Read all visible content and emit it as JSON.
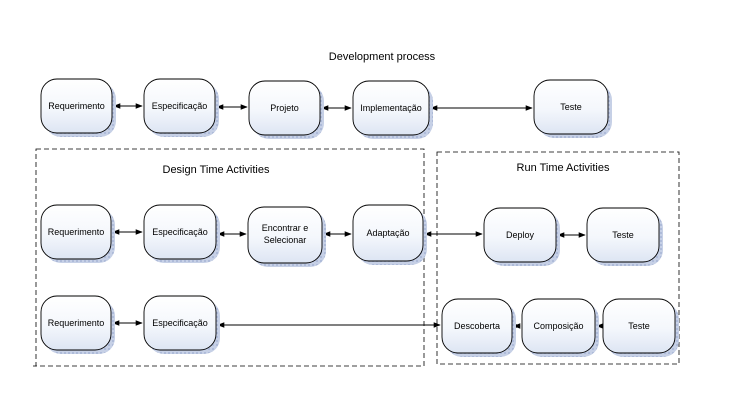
{
  "title": "Development process",
  "regions": {
    "design": "Design Time Activities",
    "run": "Run Time Activities"
  },
  "nodes": {
    "r1": {
      "label": "Requerimento"
    },
    "e1": {
      "label": "Especificação"
    },
    "p1": {
      "label": "Projeto"
    },
    "i1": {
      "label": "Implementação"
    },
    "t1": {
      "label": "Teste"
    },
    "r2": {
      "label": "Requerimento"
    },
    "e2": {
      "label": "Especificação"
    },
    "es2": {
      "label": "Encontrar e",
      "label2": "Selecionar"
    },
    "a2": {
      "label": "Adaptação"
    },
    "d2": {
      "label": "Deploy"
    },
    "t2": {
      "label": "Teste"
    },
    "r3": {
      "label": "Requerimento"
    },
    "e3": {
      "label": "Especificação"
    },
    "dc3": {
      "label": "Descoberta"
    },
    "c3": {
      "label": "Composição"
    },
    "t3": {
      "label": "Teste"
    }
  },
  "edges": [
    [
      "r1",
      "e1"
    ],
    [
      "e1",
      "p1"
    ],
    [
      "p1",
      "i1"
    ],
    [
      "i1",
      "t1"
    ],
    [
      "r2",
      "e2"
    ],
    [
      "e2",
      "es2"
    ],
    [
      "es2",
      "a2"
    ],
    [
      "a2",
      "d2"
    ],
    [
      "d2",
      "t2"
    ],
    [
      "r3",
      "e3"
    ],
    [
      "e3",
      "dc3"
    ],
    [
      "dc3",
      "c3"
    ],
    [
      "c3",
      "t3"
    ]
  ]
}
